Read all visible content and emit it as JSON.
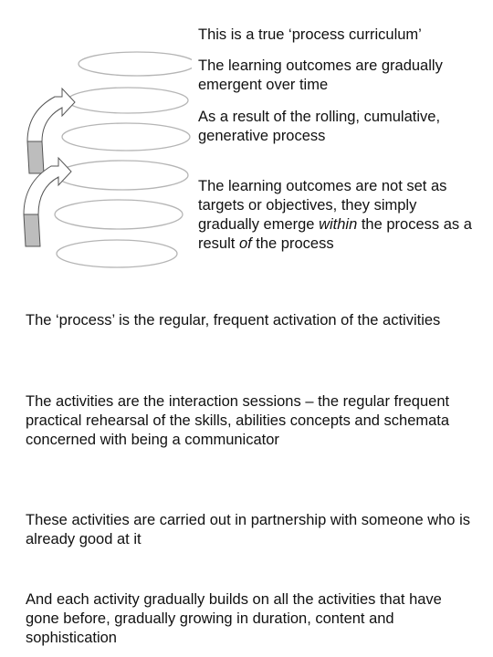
{
  "right_column": {
    "s1": "This is a true ‘process curriculum’",
    "s2": "The learning outcomes are gradually emergent over time",
    "s3": "As a result of the rolling, cumulative, generative process",
    "s4_part1": "The learning outcomes are not set as targets or objectives, they simply gradually emerge ",
    "s4_em1": "within",
    "s4_part2": " the process as a result ",
    "s4_em2": "of",
    "s4_part3": " the process"
  },
  "bottom": {
    "b1": "The ‘process’ is the regular, frequent activation of the activities",
    "b2": "The activities are the interaction sessions – the regular frequent practical rehearsal of the skills, abilities concepts and schemata concerned with being a communicator",
    "b3": "These activities are carried out in partnership with someone who is already good at it",
    "b4": "And each activity gradually builds on all the activities that have gone before, gradually growing in duration, content and sophistication"
  },
  "colors": {
    "spiral_stroke": "#b5b5b5",
    "arrow_fill": "#bdbdbd",
    "arrow_stroke": "#555555",
    "text": "#111111"
  }
}
